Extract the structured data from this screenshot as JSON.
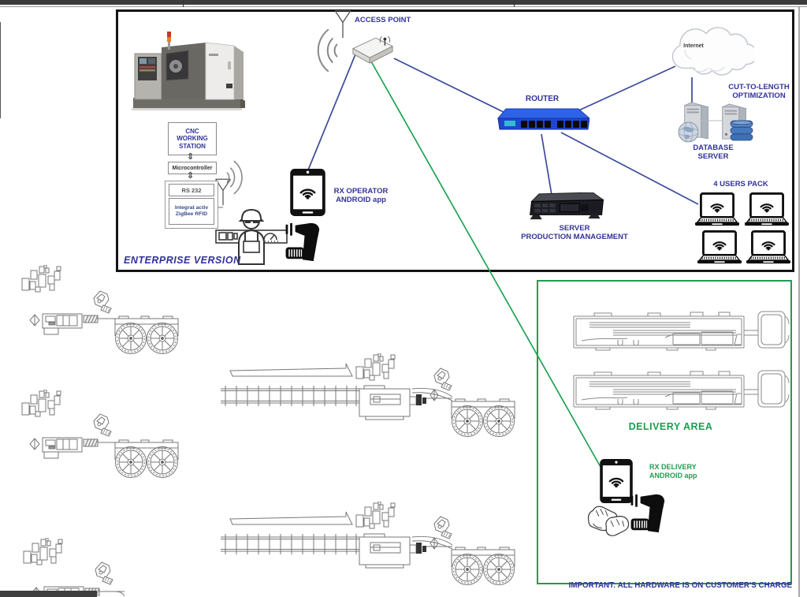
{
  "colors": {
    "accent_blue": "#32329b",
    "accent_green": "#1f9d4f",
    "line_blue": "#3c4a99",
    "line_green": "#1ea351",
    "router_blue": "#2e63e7",
    "box_border": "#141414"
  },
  "enterprise": {
    "title": "ENTERPRISE VERSION",
    "access_point": {
      "label": "ACCESS POINT"
    },
    "router": {
      "label": "ROUTER"
    },
    "internet": {
      "label": "Internet"
    },
    "cut_to_length": {
      "line1": "CUT-TO-LENGTH",
      "line2": "OPTIMIZATION"
    },
    "database_server": {
      "line1": "DATABASE",
      "line2": "SERVER"
    },
    "users_pack": {
      "label": "4 USERS PACK"
    },
    "server_pm": {
      "line1": "SERVER",
      "line2": "PRODUCTION MANAGEMENT"
    },
    "cnc_station": {
      "line1": "CNC",
      "line2": "WORKING",
      "line3": "STATION"
    },
    "microcontroller": {
      "label": "Microcontroller"
    },
    "rs232": {
      "label": "RS 232"
    },
    "zigbee": {
      "line1": "Integrat activ",
      "line2": "ZigBee RFID"
    },
    "rx_operator": {
      "line1": "RX OPERATOR",
      "line2": "ANDROID app"
    }
  },
  "delivery": {
    "title": "DELIVERY AREA",
    "rx_delivery": {
      "line1": "RX DELIVERY",
      "line2": "ANDROID app"
    },
    "footer": "IMPORTANT: ALL HARDWARE IS ON CUSTOMER'S CHARGE"
  },
  "icons": {
    "updown_arrow": "⇕"
  }
}
